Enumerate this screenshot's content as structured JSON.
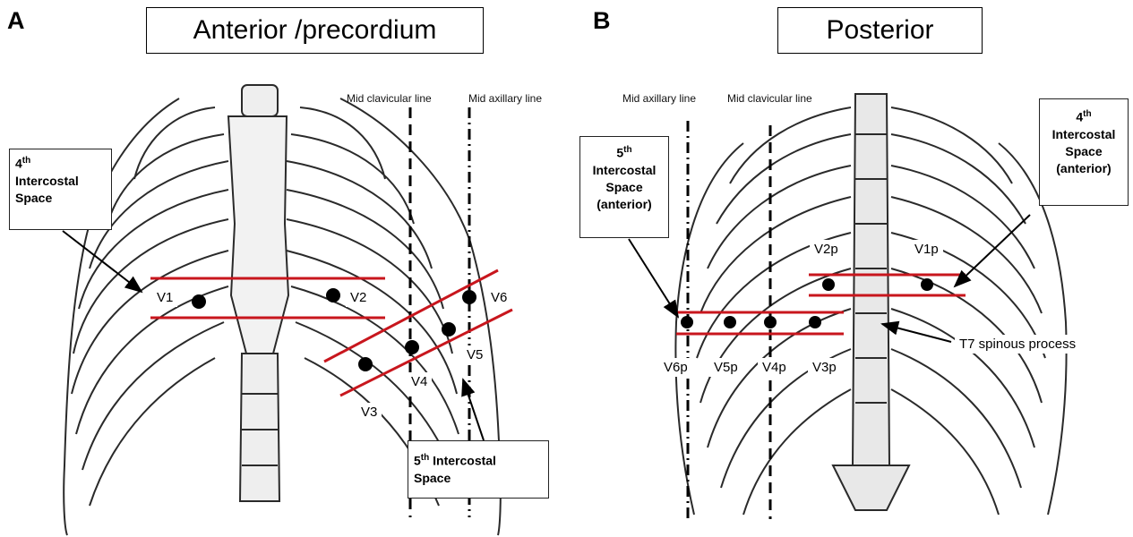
{
  "panel_a": {
    "letter": "A",
    "title": "Anterior /precordium",
    "mid_clavicular_label": "Mid clavicular line",
    "mid_axillary_label": "Mid axillary line",
    "callout_4th": {
      "ordinal": "4",
      "sup": "th",
      "line1": "Intercostal",
      "line2": "Space"
    },
    "callout_5th": {
      "ordinal": "5",
      "sup": "th",
      "line1": " Intercostal",
      "line2": "Space"
    },
    "leads": {
      "v1": "V1",
      "v2": "V2",
      "v3": "V3",
      "v4": "V4",
      "v5": "V5",
      "v6": "V6"
    }
  },
  "panel_b": {
    "letter": "B",
    "title": "Posterior",
    "mid_axillary_label": "Mid axillary line",
    "mid_clavicular_label": "Mid clavicular line",
    "callout_5th": {
      "ordinal": "5",
      "sup": "th",
      "line1": "Intercostal",
      "line2": "Space",
      "line3": "(anterior)"
    },
    "callout_4th": {
      "ordinal": "4",
      "sup": "th",
      "line1": "Intercostal",
      "line2": "Space",
      "line3": "(anterior)"
    },
    "t7_label": "T7 spinous process",
    "leads": {
      "v1p": "V1p",
      "v2p": "V2p",
      "v3p": "V3p",
      "v4p": "V4p",
      "v5p": "V5p",
      "v6p": "V6p"
    }
  },
  "colors": {
    "intercostal_line": "#c8161d",
    "electrode": "#000000",
    "bone_stroke": "#2a2a2a",
    "bone_fill": "#f4f4f4"
  }
}
